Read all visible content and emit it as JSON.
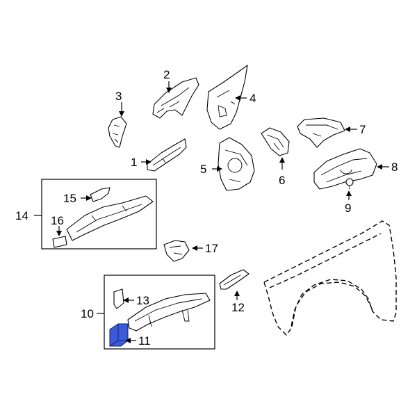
{
  "callouts": {
    "c1": "1",
    "c2": "2",
    "c3": "3",
    "c4": "4",
    "c5": "5",
    "c6": "6",
    "c7": "7",
    "c8": "8",
    "c9": "9",
    "c10": "10",
    "c11": "11",
    "c12": "12",
    "c13": "13",
    "c14": "14",
    "c15": "15",
    "c16": "16",
    "c17": "17"
  },
  "highlight_color": "#3d5bd9",
  "highlighted_part": "11"
}
